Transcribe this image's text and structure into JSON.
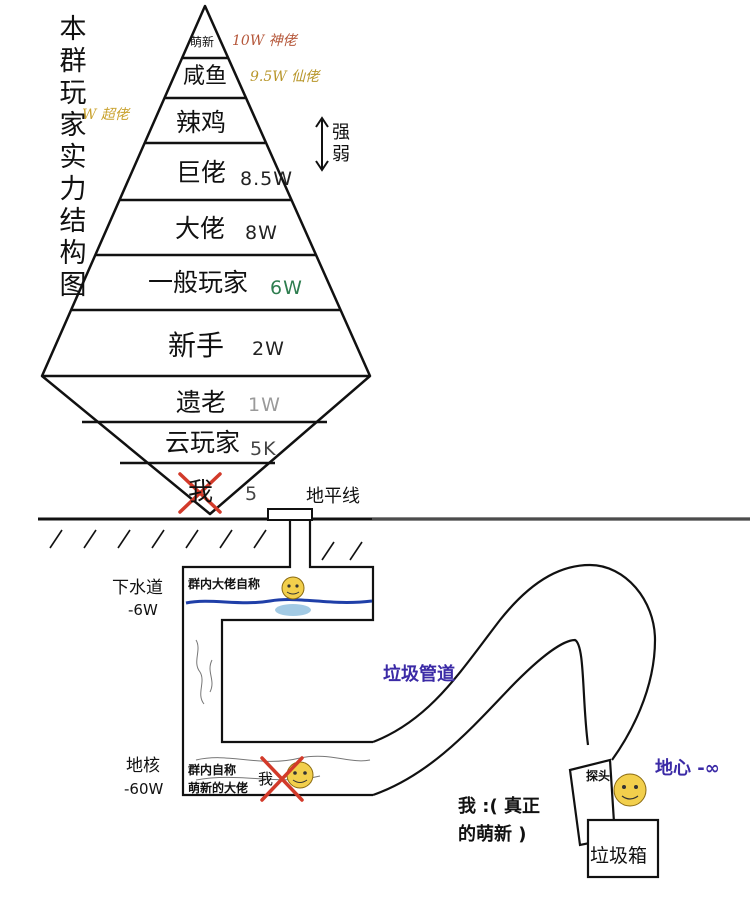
{
  "title_vertical": "本群玩家实力结构图",
  "tiers": [
    {
      "label": "萌新",
      "value": "10W 神佬",
      "value_color": "#b5573a"
    },
    {
      "label": "咸鱼",
      "value": "9.5W 仙佬",
      "value_color": "#b8962a"
    },
    {
      "label": "辣鸡",
      "value": "",
      "value_color": "#111111"
    },
    {
      "label": "巨佬",
      "value": "8.5W",
      "value_color": "#222222"
    },
    {
      "label": "大佬",
      "value": "8W",
      "value_color": "#222222"
    },
    {
      "label": "一般玩家",
      "value": "6W",
      "value_color": "#2e7d4f"
    },
    {
      "label": "新手",
      "value": "2W",
      "value_color": "#222222"
    },
    {
      "label": "遗老",
      "value": "1W",
      "value_color": "#9a9a9a"
    },
    {
      "label": "云玩家",
      "value": "5K",
      "value_color": "#444444"
    },
    {
      "label": "我",
      "value": "5",
      "value_color": "#444444"
    }
  ],
  "side_note_left": "W 超佬",
  "arrow_top": "强",
  "arrow_bottom": "弱",
  "horizon": "地平线",
  "sewer_label": "下水道",
  "sewer_value": "-6W",
  "sewer_tag": "群内大佬自称",
  "core_label": "地核",
  "core_value": "-60W",
  "core_tag_1": "群内自称",
  "core_tag_2": "萌新的大佬",
  "core_me": "我",
  "pipe_label": "垃圾管道",
  "earth_center": "地心 -∞",
  "me_real_1": "我 :( 真正",
  "me_real_2": "的萌新 )",
  "bin_label": "垃圾箱",
  "bin_lid_text": "探头",
  "colors": {
    "ink": "#111111",
    "water": "#1f3fa8",
    "pipe_label": "#3b2aa6",
    "cross": "#d23a2a"
  }
}
